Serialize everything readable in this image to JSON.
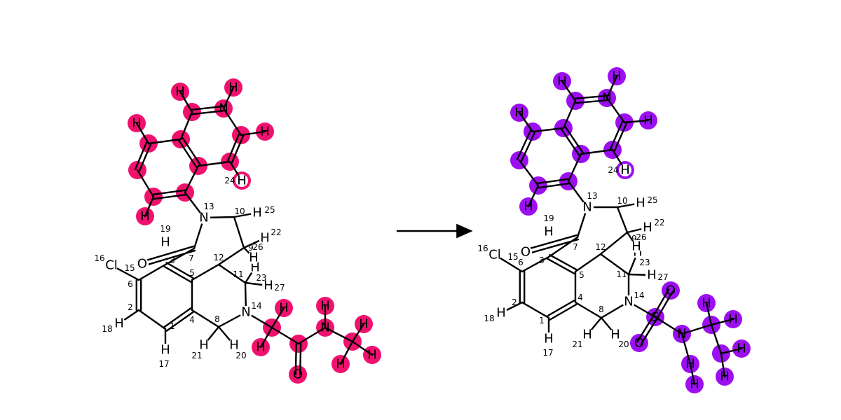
{
  "reaction": {
    "arrow": "reaction-arrow",
    "reactant": {
      "highlight_color": "#f0116f",
      "atoms": [
        {
          "sym": "",
          "idx": "1"
        },
        {
          "sym": "",
          "idx": "2"
        },
        {
          "sym": "",
          "idx": "3"
        },
        {
          "sym": "",
          "idx": "4"
        },
        {
          "sym": "",
          "idx": "5"
        },
        {
          "sym": "",
          "idx": "6"
        },
        {
          "sym": "",
          "idx": "7"
        },
        {
          "sym": "",
          "idx": "8"
        },
        {
          "sym": "",
          "idx": "9"
        },
        {
          "sym": "",
          "idx": "10"
        },
        {
          "sym": "",
          "idx": "11"
        },
        {
          "sym": "",
          "idx": "12"
        },
        {
          "sym": "N",
          "idx": "13"
        },
        {
          "sym": "N",
          "idx": "14"
        },
        {
          "sym": "",
          "idx": "15"
        },
        {
          "sym": "Cl",
          "idx": "16"
        },
        {
          "sym": "H",
          "idx": "17"
        },
        {
          "sym": "H",
          "idx": "18"
        },
        {
          "sym": "H",
          "idx": "19"
        },
        {
          "sym": "H",
          "idx": "20"
        },
        {
          "sym": "H",
          "idx": "21"
        },
        {
          "sym": "H",
          "idx": "22"
        },
        {
          "sym": "H",
          "idx": "23"
        },
        {
          "sym": "H",
          "idx": "24"
        },
        {
          "sym": "H",
          "idx": "25"
        },
        {
          "sym": "H",
          "idx": "26"
        },
        {
          "sym": "H",
          "idx": "27"
        },
        {
          "sym": "O",
          "idx": ""
        },
        {
          "sym": "",
          "idx": ""
        },
        {
          "sym": "",
          "idx": ""
        },
        {
          "sym": "",
          "idx": ""
        },
        {
          "sym": "",
          "idx": ""
        },
        {
          "sym": "",
          "idx": ""
        },
        {
          "sym": "",
          "idx": ""
        },
        {
          "sym": "",
          "idx": ""
        },
        {
          "sym": "",
          "idx": ""
        },
        {
          "sym": "N",
          "idx": ""
        },
        {
          "sym": "",
          "idx": ""
        },
        {
          "sym": "H",
          "idx": ""
        },
        {
          "sym": "H",
          "idx": ""
        },
        {
          "sym": "H",
          "idx": ""
        },
        {
          "sym": "H",
          "idx": ""
        },
        {
          "sym": "H",
          "idx": ""
        },
        {
          "sym": "H",
          "idx": ""
        },
        {
          "sym": "",
          "idx": ""
        },
        {
          "sym": "H",
          "idx": ""
        },
        {
          "sym": "H",
          "idx": ""
        },
        {
          "sym": "",
          "idx": ""
        },
        {
          "sym": "O",
          "idx": ""
        },
        {
          "sym": "N",
          "idx": ""
        },
        {
          "sym": "H",
          "idx": ""
        },
        {
          "sym": "",
          "idx": ""
        },
        {
          "sym": "H",
          "idx": ""
        },
        {
          "sym": "H",
          "idx": ""
        },
        {
          "sym": "H",
          "idx": ""
        }
      ]
    },
    "product": {
      "highlight_color": "#9b0ff0",
      "atoms": [
        {
          "sym": "",
          "idx": "1"
        },
        {
          "sym": "",
          "idx": "2"
        },
        {
          "sym": "",
          "idx": "3"
        },
        {
          "sym": "",
          "idx": "4"
        },
        {
          "sym": "",
          "idx": "5"
        },
        {
          "sym": "",
          "idx": "6"
        },
        {
          "sym": "",
          "idx": "7"
        },
        {
          "sym": "",
          "idx": "8"
        },
        {
          "sym": "",
          "idx": "9"
        },
        {
          "sym": "",
          "idx": "10"
        },
        {
          "sym": "",
          "idx": "11"
        },
        {
          "sym": "",
          "idx": "12"
        },
        {
          "sym": "N",
          "idx": "13"
        },
        {
          "sym": "N",
          "idx": "14"
        },
        {
          "sym": "",
          "idx": "15"
        },
        {
          "sym": "Cl",
          "idx": "16"
        },
        {
          "sym": "H",
          "idx": "17"
        },
        {
          "sym": "H",
          "idx": "18"
        },
        {
          "sym": "H",
          "idx": "19"
        },
        {
          "sym": "H",
          "idx": "20"
        },
        {
          "sym": "H",
          "idx": "21"
        },
        {
          "sym": "H",
          "idx": "22"
        },
        {
          "sym": "H",
          "idx": "23"
        },
        {
          "sym": "H",
          "idx": "24"
        },
        {
          "sym": "H",
          "idx": "25"
        },
        {
          "sym": "H",
          "idx": "26"
        },
        {
          "sym": "H",
          "idx": "27"
        },
        {
          "sym": "O",
          "idx": ""
        },
        {
          "sym": "",
          "idx": ""
        },
        {
          "sym": "",
          "idx": ""
        },
        {
          "sym": "",
          "idx": ""
        },
        {
          "sym": "",
          "idx": ""
        },
        {
          "sym": "",
          "idx": ""
        },
        {
          "sym": "",
          "idx": ""
        },
        {
          "sym": "",
          "idx": ""
        },
        {
          "sym": "",
          "idx": ""
        },
        {
          "sym": "N",
          "idx": ""
        },
        {
          "sym": "",
          "idx": ""
        },
        {
          "sym": "H",
          "idx": ""
        },
        {
          "sym": "H",
          "idx": ""
        },
        {
          "sym": "H",
          "idx": ""
        },
        {
          "sym": "H",
          "idx": ""
        },
        {
          "sym": "H",
          "idx": ""
        },
        {
          "sym": "H",
          "idx": ""
        },
        {
          "sym": "S",
          "idx": ""
        },
        {
          "sym": "O",
          "idx": ""
        },
        {
          "sym": "O",
          "idx": ""
        },
        {
          "sym": "N",
          "idx": ""
        },
        {
          "sym": "",
          "idx": ""
        },
        {
          "sym": "",
          "idx": ""
        },
        {
          "sym": "H",
          "idx": ""
        },
        {
          "sym": "H",
          "idx": ""
        },
        {
          "sym": "H",
          "idx": ""
        },
        {
          "sym": "H",
          "idx": ""
        },
        {
          "sym": "H",
          "idx": ""
        },
        {
          "sym": "H",
          "idx": ""
        }
      ]
    }
  }
}
